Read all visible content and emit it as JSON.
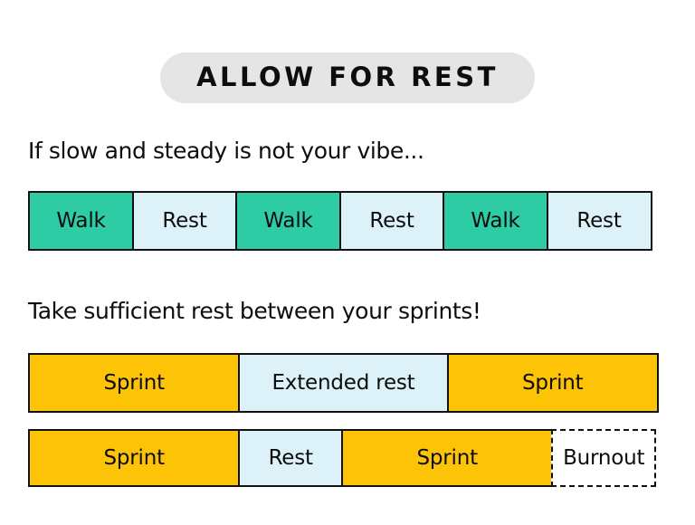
{
  "colors": {
    "background": "#ffffff",
    "title_pill": "#e5e5e5",
    "ink": "#0d0d0d",
    "teal": "#2ECCA4",
    "teal_glow": "#6fdcc0",
    "light_blue": "#dcf1f8",
    "amber": "#fcc307",
    "amber_glow": "#fdd14a",
    "white": "#ffffff"
  },
  "header": {
    "title": "ALLOW FOR REST"
  },
  "sections": [
    {
      "caption": "If slow and steady is not your vibe...",
      "row": {
        "name": "walk-rest-row",
        "cells": [
          {
            "label": "Walk",
            "style": "teal",
            "width": 16.6667
          },
          {
            "label": "Rest",
            "style": "blue",
            "width": 16.6667
          },
          {
            "label": "Walk",
            "style": "teal",
            "width": 16.6667
          },
          {
            "label": "Rest",
            "style": "blue",
            "width": 16.6667
          },
          {
            "label": "Walk",
            "style": "teal",
            "width": 16.6667
          },
          {
            "label": "Rest",
            "style": "blue",
            "width": 16.6667
          }
        ]
      }
    },
    {
      "caption": "Take sufficient rest between your sprints!",
      "row": {
        "name": "sprint-extended-rest-row",
        "cells": [
          {
            "label": "Sprint",
            "style": "amber",
            "width": 33.4
          },
          {
            "label": "Extended rest",
            "style": "blue",
            "width": 33.2
          },
          {
            "label": "Sprint",
            "style": "amber",
            "width": 33.4
          }
        ]
      }
    }
  ],
  "burnout_row": {
    "name": "sprint-rest-burnout-row",
    "cells": [
      {
        "label": "Sprint",
        "style": "amber",
        "width": 33.4
      },
      {
        "label": "Rest",
        "style": "blue",
        "width": 16.6
      },
      {
        "label": "Sprint",
        "style": "amber",
        "width": 33.4
      },
      {
        "label": "Burnout",
        "style": "dashed",
        "width": 16.6
      }
    ]
  }
}
